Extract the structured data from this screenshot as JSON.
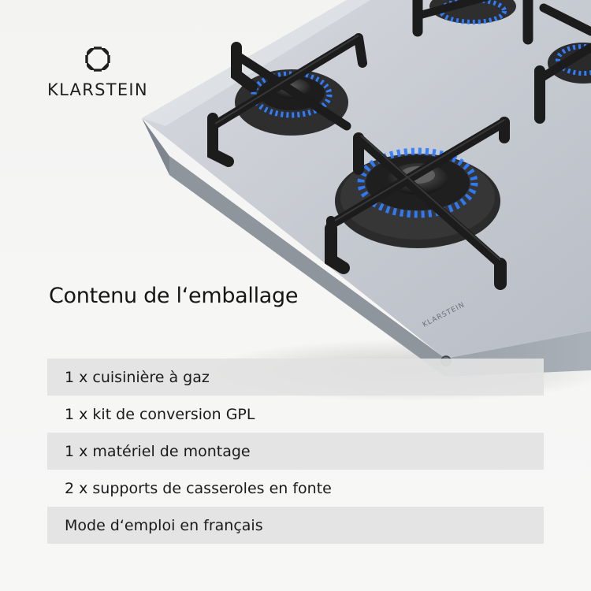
{
  "brand": {
    "name": "KLARSTEIN",
    "engraving": "KLARSTEIN",
    "colors": {
      "text": "#1f1f1f",
      "flame": "#2f7dff",
      "grate": "#1c1c1c",
      "glass": "#c7ccd3"
    }
  },
  "heading": "Contenu de l‘emballage",
  "items": [
    {
      "label": "1 x cuisinière à gaz",
      "shaded": true
    },
    {
      "label": "1 x kit de conversion GPL",
      "shaded": false
    },
    {
      "label": "1 x matériel de montage",
      "shaded": true
    },
    {
      "label": "2 x supports de casseroles en fonte",
      "shaded": false
    },
    {
      "label": "Mode d‘emploi en français",
      "shaded": true
    }
  ]
}
